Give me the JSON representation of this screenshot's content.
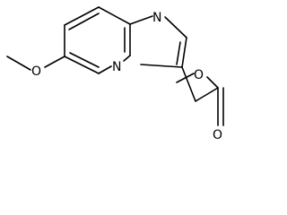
{
  "molecule": {
    "atoms": {
      "methoxy_oxygen": "O",
      "ring_nitrogen_top": "N",
      "bridgehead_nitrogen": "N",
      "ester_ether_oxygen": "O",
      "carbonyl_oxygen": "O"
    }
  },
  "colors": {
    "bond": "#000000",
    "label": "#000000",
    "background": "#ffffff"
  }
}
